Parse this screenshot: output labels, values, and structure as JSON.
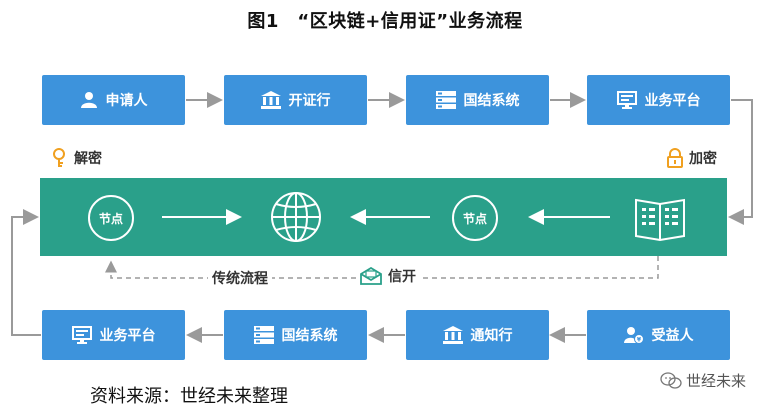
{
  "title": "图1　“区块链+信用证”业务流程",
  "top_row": [
    {
      "label": "申请人",
      "icon": "person-icon"
    },
    {
      "label": "开证行",
      "icon": "bank-icon"
    },
    {
      "label": "国结系统",
      "icon": "server-icon"
    },
    {
      "label": "业务平台",
      "icon": "monitor-icon"
    }
  ],
  "bottom_row": [
    {
      "label": "业务平台",
      "icon": "monitor-icon"
    },
    {
      "label": "国结系统",
      "icon": "server-icon"
    },
    {
      "label": "通知行",
      "icon": "bank-icon"
    },
    {
      "label": "受益人",
      "icon": "person-money-icon"
    }
  ],
  "decrypt_label": "解密",
  "encrypt_label": "加密",
  "node_left": "节点",
  "node_right": "节点",
  "traditional_flow": "传统流程",
  "letter_open": "信开",
  "source": "资料来源：世经未来整理",
  "watermark": "世经未来",
  "colors": {
    "box_blue": "#3d93dc",
    "band_teal": "#2aa08a",
    "key_orange": "#f0a020",
    "arrow_gray": "#9a9a9a"
  }
}
